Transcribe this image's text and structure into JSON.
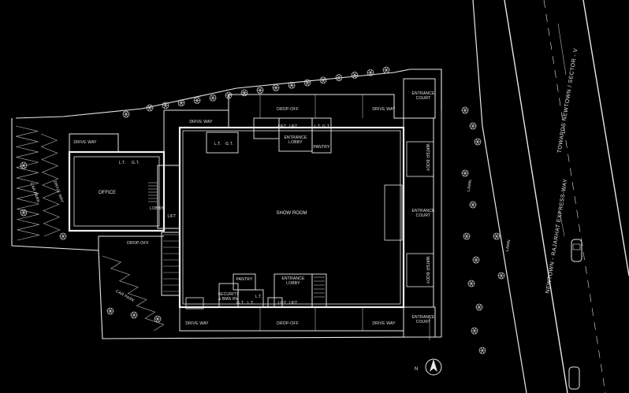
{
  "labels": {
    "show_room": "SHOW ROOM",
    "office": "OFFICE",
    "lobby": "LOBBY",
    "lift": "LIFT",
    "lift_a": "LIFT",
    "lift_b": "LIFT",
    "lift_c": "LIFT",
    "lift_d": "LIFT",
    "lt_1": "L.T.",
    "gt_1": "G.T.",
    "lt_2": "L.T.",
    "gt_2": "G.T.",
    "lt_3": "L.T.",
    "gt_3": "G.T.",
    "lt_4": "L.T.",
    "lt_5": "L.T.",
    "gt_5": "G.T.",
    "entrance_lobby_top": "ENTRANCE\nLOBBY",
    "entrance_lobby_bottom": "ENTRANCE\nLOBBY",
    "pantry_top": "PANTRY",
    "pantry_bottom": "PANTRY",
    "security_bms": "SECURITY\n& BMS RM",
    "drop_off_top": "DROP-OFF",
    "drop_off_left": "DROP-OFF",
    "drop_off_bottom": "DROP-OFF",
    "drive_way_top_a": "DRIVE WAY",
    "drive_way_top_b": "DRIVE WAY",
    "drive_way_left_a": "DRIVE WAY",
    "drive_way_left_b": "DRIVE WAY",
    "drive_way_bottom_a": "DRIVE WAY",
    "drive_way_bottom_b": "DRIVE WAY",
    "car_park_a": "CAR PARK",
    "car_park_b": "CAR PARK",
    "entrance_court_top": "ENTRANCE\nCOURT",
    "entrance_court_mid": "ENTRANCE\nCOURT",
    "entrance_court_bottom": "ENTRANCE\nCOURT",
    "water_body_top": "WATER BODY",
    "water_body_bottom": "WATER BODY",
    "lawn_a": "LAWN",
    "lawn_b": "LAWN",
    "road_main": "NEWTOWN - RAJARHAT   EXPRESS-WAY",
    "road_direction": "TOWARDS  NEWTOWN / SECTOR - V",
    "north": "N"
  },
  "colors": {
    "background": "#000000",
    "lines": "#e8e8e8",
    "text": "#e6e6e6"
  },
  "icons": [
    "north-arrow-icon",
    "car-icon",
    "tree-icon",
    "stair-icon"
  ]
}
